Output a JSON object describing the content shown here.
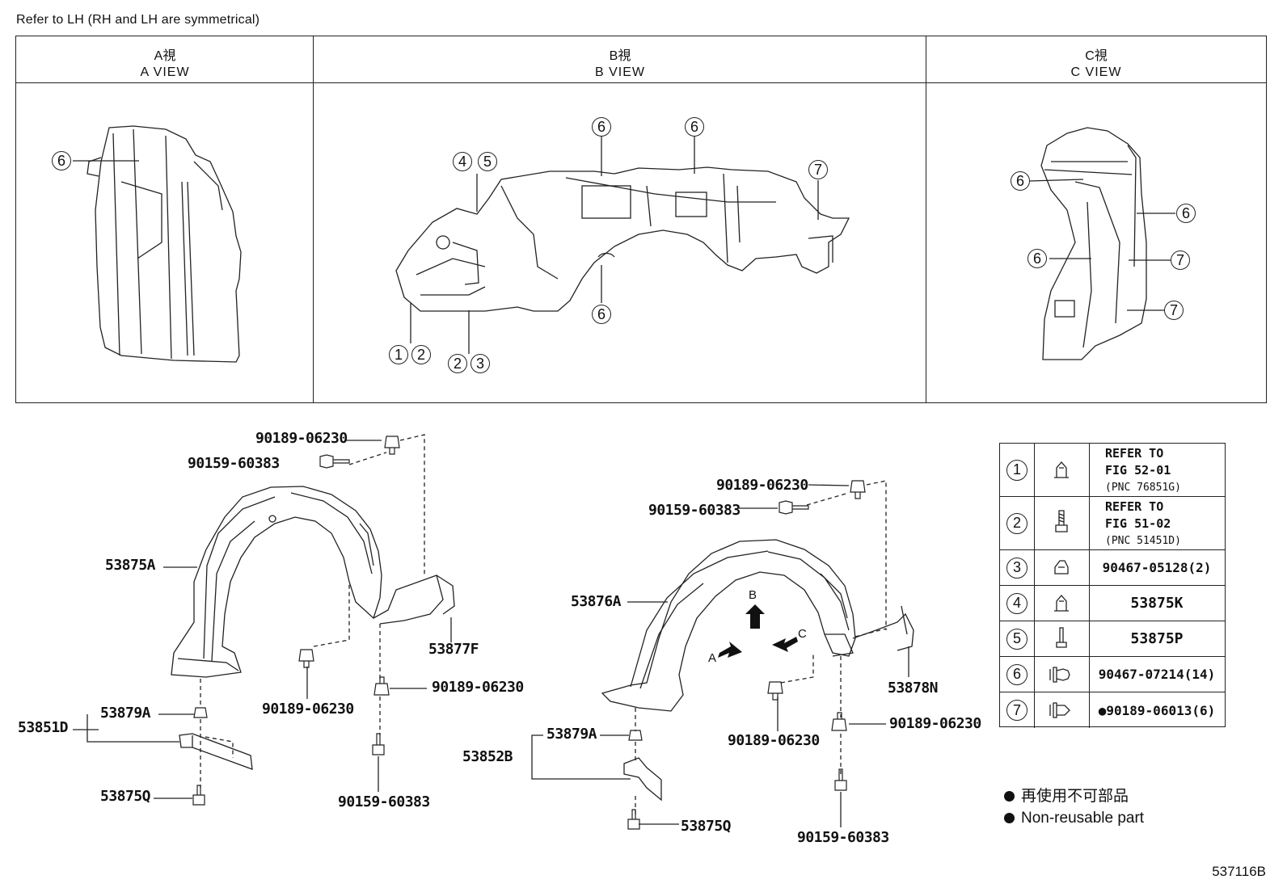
{
  "note": "Refer to LH (RH and LH are symmetrical)",
  "views": [
    {
      "jp": "A視",
      "en": "A VIEW"
    },
    {
      "jp": "B視",
      "en": "B VIEW"
    },
    {
      "jp": "C視",
      "en": "C VIEW"
    }
  ],
  "view_callouts": {
    "a": [
      "6"
    ],
    "b": [
      "6",
      "6",
      "4",
      "5",
      "7",
      "6",
      "1",
      "2",
      "2",
      "3"
    ],
    "c": [
      "6",
      "6",
      "6",
      "7",
      "7"
    ]
  },
  "left_assembly": {
    "labels": [
      "90189-06230",
      "90159-60383",
      "53875A",
      "53877F",
      "90189-06230",
      "90189-06230",
      "53879A",
      "53851D",
      "53875Q",
      "90159-60383"
    ]
  },
  "right_assembly": {
    "labels": [
      "90189-06230",
      "90159-60383",
      "53876A",
      "53878N",
      "90189-06230",
      "90189-06230",
      "53879A",
      "53852B",
      "53875Q",
      "90159-60383"
    ],
    "arrows": [
      "B",
      "C",
      "A"
    ]
  },
  "legend": [
    {
      "num": "1",
      "icon": "clip-icon",
      "lines": [
        "REFER TO",
        "FIG 52-01",
        "(PNC 76851G)"
      ]
    },
    {
      "num": "2",
      "icon": "screw-icon",
      "lines": [
        "REFER TO",
        "FIG 51-02",
        "(PNC 51451D)"
      ]
    },
    {
      "num": "3",
      "icon": "nut-clip-icon",
      "text": "90467-05128(2)"
    },
    {
      "num": "4",
      "icon": "clip-icon",
      "text": "53875K"
    },
    {
      "num": "5",
      "icon": "screw-icon",
      "text": "53875P"
    },
    {
      "num": "6",
      "icon": "rivet-clip-icon",
      "text": "90467-07214(14)"
    },
    {
      "num": "7",
      "icon": "push-clip-icon",
      "text": "●90189-06013(6)"
    }
  ],
  "nonreusable": {
    "jp": "再使用不可部品",
    "en": "Non-reusable part"
  },
  "figure_id": "537116B"
}
